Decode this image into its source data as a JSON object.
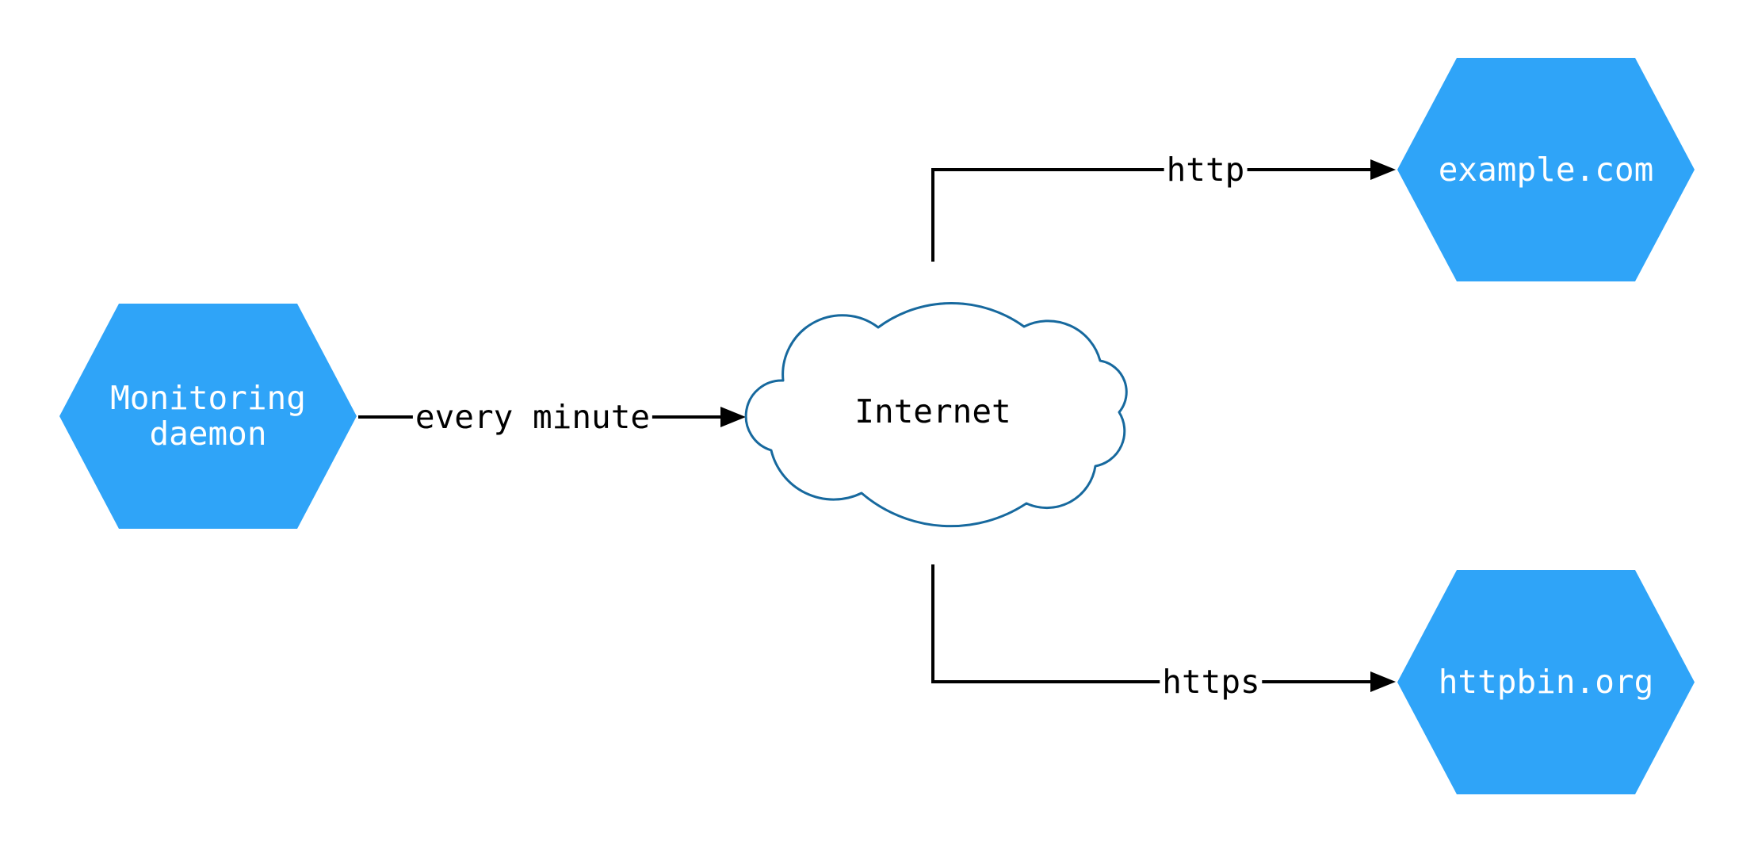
{
  "diagram": {
    "type": "network-diagram",
    "colors": {
      "node_fill": "#2fa4f8",
      "node_text": "#ffffff",
      "cloud_stroke": "#17699e",
      "cloud_fill": "#ffffff",
      "edge_line": "#000000",
      "edge_label_text": "#000000",
      "background": "#ffffff"
    },
    "nodes": {
      "monitoring": {
        "label": "Monitoring daemon",
        "shape": "hexagon"
      },
      "internet": {
        "label": "Internet",
        "shape": "cloud"
      },
      "example": {
        "label": "example.com",
        "shape": "hexagon"
      },
      "httpbin": {
        "label": "httpbin.org",
        "shape": "hexagon"
      }
    },
    "edges": {
      "every_minute": {
        "from": "monitoring",
        "to": "internet",
        "label": "every minute"
      },
      "http": {
        "from": "internet",
        "to": "example",
        "label": "http"
      },
      "https": {
        "from": "internet",
        "to": "httpbin",
        "label": "https"
      }
    }
  }
}
